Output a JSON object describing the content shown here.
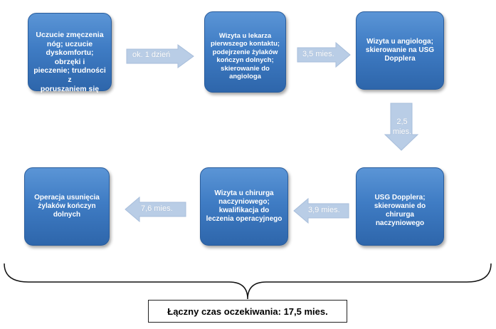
{
  "steps": [
    {
      "id": "symptoms",
      "lines": [
        "Uczucie zmęczenia",
        "nóg; uczucie",
        "dyskomfortu; obrzęki i",
        "pieczenie; trudności z",
        "poruszaniem się"
      ]
    },
    {
      "id": "gp-visit",
      "lines": [
        "Wizyta u lekarza",
        "pierwszego kontaktu;",
        "podejrzenie żylaków",
        "kończyn dolnych;",
        "skierowanie do angiologa"
      ]
    },
    {
      "id": "angiologist-visit",
      "lines": [
        "Wizyta u angiologa;",
        "skierowanie na USG",
        "Dopplera"
      ]
    },
    {
      "id": "doppler-usg",
      "lines": [
        "USG Dopplera;",
        "skierowanie do",
        "chirurga naczyniowego"
      ]
    },
    {
      "id": "surgeon-visit",
      "lines": [
        "Wizyta u chirurga",
        "naczyniowego;",
        "kwalifikacja do",
        "leczenia operacyjnego"
      ]
    },
    {
      "id": "surgery",
      "lines": [
        "Operacja usunięcia",
        "żylaków kończyn",
        "dolnych"
      ]
    }
  ],
  "arrows": [
    {
      "label": "ok. 1 dzień"
    },
    {
      "label": "3,5 mies."
    },
    {
      "label_lines": [
        "2,5",
        "mies."
      ]
    },
    {
      "label": "3,9 mies."
    },
    {
      "label": "7,6 mies."
    }
  ],
  "colors": {
    "box_fill": "#3f7cc4",
    "arrow_fill": "#b9cde6",
    "text_light": "#ffffff"
  },
  "total": {
    "label": "Łączny czas oczekiwania:",
    "value": "17,5 mies."
  }
}
